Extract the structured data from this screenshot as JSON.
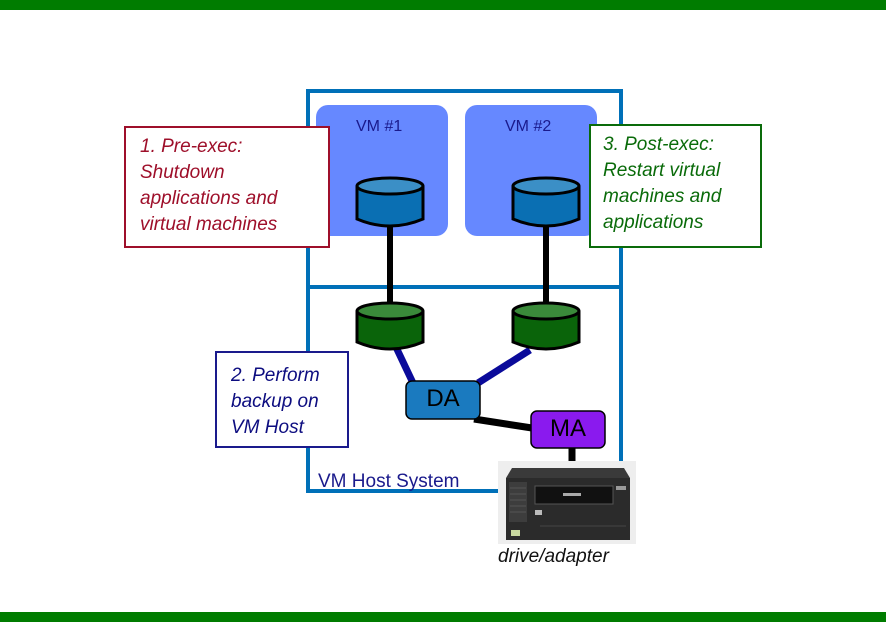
{
  "frame": {
    "top_bar_color": "#007c00",
    "bottom_bar_color": "#007c00"
  },
  "diagram": {
    "host": {
      "label": "VM Host System",
      "border_color": "#0070b8"
    },
    "vms": [
      {
        "label": "VM #1",
        "fill": "#6688ff",
        "disk": "vm1-disk"
      },
      {
        "label": "VM #2",
        "fill": "#6688ff",
        "disk": "vm2-disk"
      }
    ],
    "nodes": {
      "da": {
        "label": "DA",
        "fill": "#1a7abf"
      },
      "ma": {
        "label": "MA",
        "fill": "#8a1aee"
      }
    },
    "device": {
      "caption": "drive/adapter"
    },
    "callouts": [
      {
        "id": "pre-exec",
        "color": "#9e0f2a",
        "lines": [
          "1. Pre-exec:",
          "Shutdown",
          "applications and",
          "virtual machines"
        ]
      },
      {
        "id": "perform-backup",
        "color": "#1a1a8c",
        "lines": [
          "2. Perform",
          "backup on",
          "VM Host"
        ]
      },
      {
        "id": "post-exec",
        "color": "#0a6b0a",
        "lines": [
          "3. Post-exec:",
          "Restart virtual",
          "machines and",
          "applications"
        ]
      }
    ],
    "colors": {
      "vm_disk": "#0a6fb3",
      "vm_disk_top": "#3b8fc6",
      "host_disk": "#0a640a",
      "host_disk_top": "#3a8a3a",
      "link_dark": "#000000",
      "link_blue": "#0a0a9a"
    }
  }
}
